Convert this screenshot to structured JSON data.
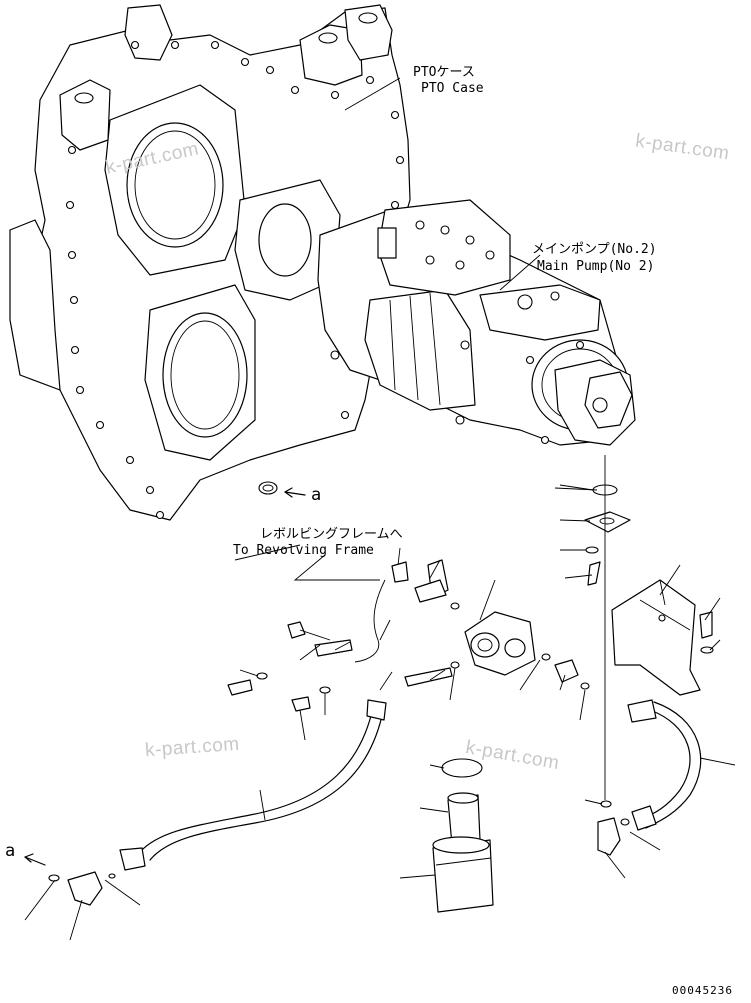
{
  "labels": {
    "pto_case_jp": "PTOケース",
    "pto_case_en": "PTO Case",
    "main_pump_jp": "メインポンプ(No.2)",
    "main_pump_en": "Main Pump(No 2)",
    "revolving_jp": "レボルビングフレームへ",
    "revolving_en": "To Revolving Frame",
    "ref_a_top": "a",
    "ref_a_bottom": "a",
    "doc_number": "00045236"
  },
  "watermarks": {
    "wm1": "k-part.com",
    "wm2": "k-part.com",
    "wm3": "k-part.com",
    "wm4": "k-part.com"
  }
}
